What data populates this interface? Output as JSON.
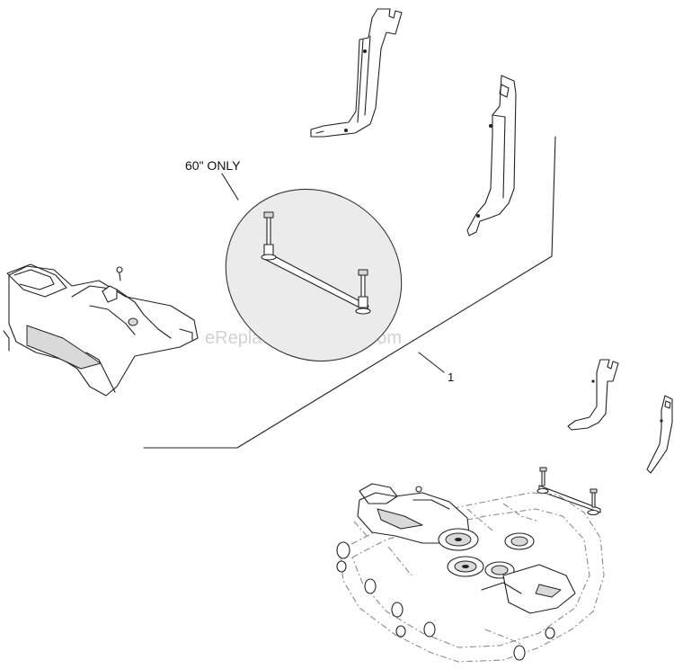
{
  "diagram": {
    "callout_label": "60\" ONLY",
    "part_number": "1",
    "watermark": "eReplacementParts.com"
  }
}
